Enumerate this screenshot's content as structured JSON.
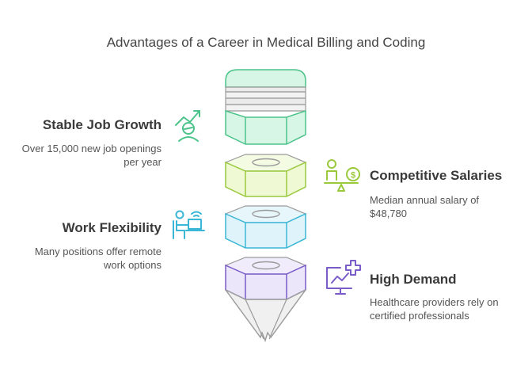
{
  "title": "Advantages of a Career in Medical Billing and Coding",
  "items": [
    {
      "heading": "Stable Job Growth",
      "desc_line1": "Over 15,000 new job openings",
      "desc_line2": "per year",
      "icon": "growth-person-icon",
      "color": "#4cc38a"
    },
    {
      "heading": "Competitive Salaries",
      "desc_line1": "Median annual salary of",
      "desc_line2": "$48,780",
      "icon": "salary-balance-icon",
      "color": "#9ac93c"
    },
    {
      "heading": "Work Flexibility",
      "desc_line1": "Many positions offer remote",
      "desc_line2": "work options",
      "icon": "remote-worker-icon",
      "color": "#3ab6d6"
    },
    {
      "heading": "High Demand",
      "desc_line1": "Healthcare providers rely on",
      "desc_line2": "certified professionals",
      "icon": "medical-monitor-icon",
      "color": "#7a5cc8"
    }
  ],
  "colors": {
    "green": "#4cc38a",
    "lime": "#9ac93c",
    "blue": "#3ab6d6",
    "purple": "#7a5cc8",
    "gray": "#9a9a9a"
  }
}
